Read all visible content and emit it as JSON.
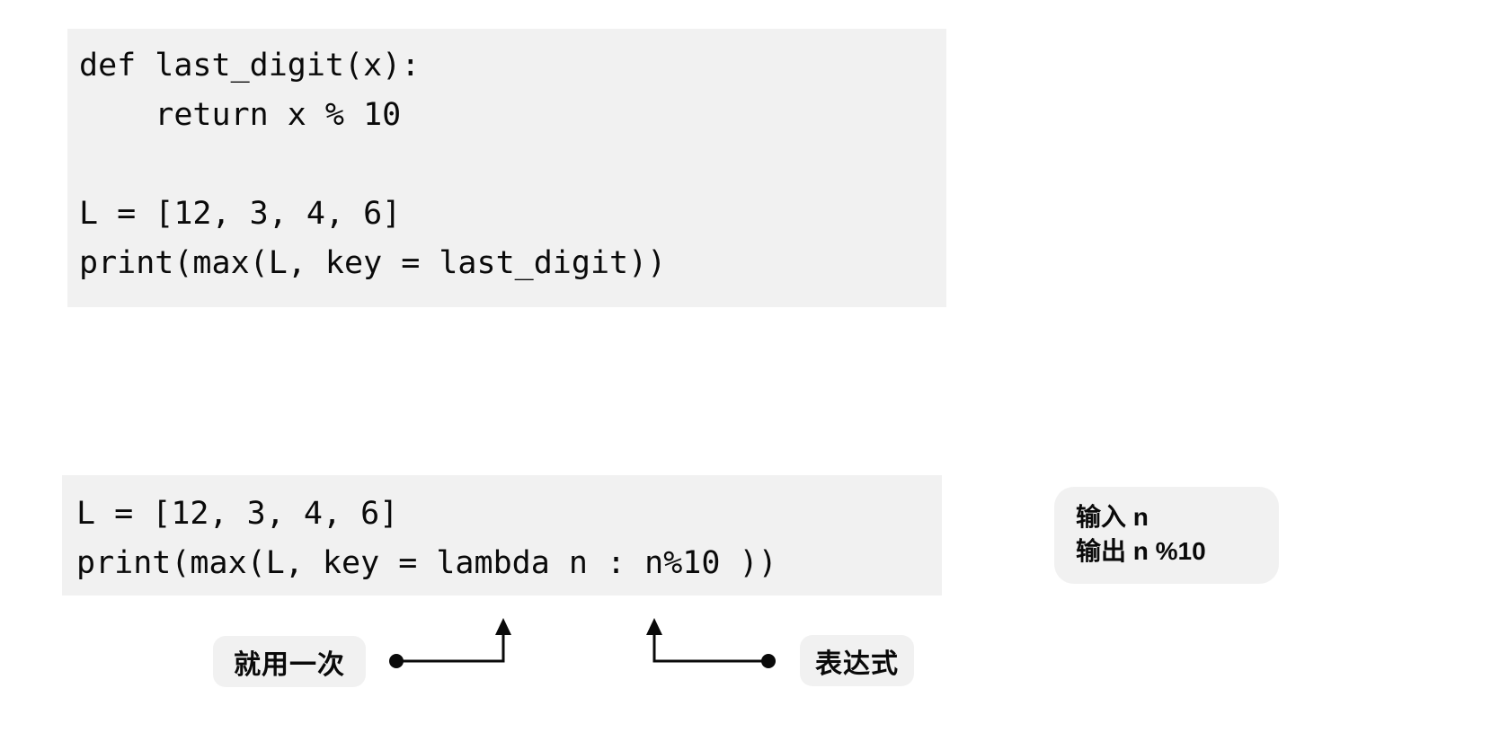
{
  "colors": {
    "block_bg": "#f1f1f1",
    "text": "#0a0a0a"
  },
  "code_top": {
    "text": "def last_digit(x):\n    return x % 10\n\nL = [12, 3, 4, 6]\nprint(max(L, key = last_digit))"
  },
  "code_bottom": {
    "text": "L = [12, 3, 4, 6]\nprint(max(L, key = lambda n : n%10 ))"
  },
  "io_note": {
    "line1": "输入 n",
    "line2": "输出 n %10"
  },
  "annotations": {
    "lambda_label": "就用一次",
    "expression_label": "表达式"
  }
}
